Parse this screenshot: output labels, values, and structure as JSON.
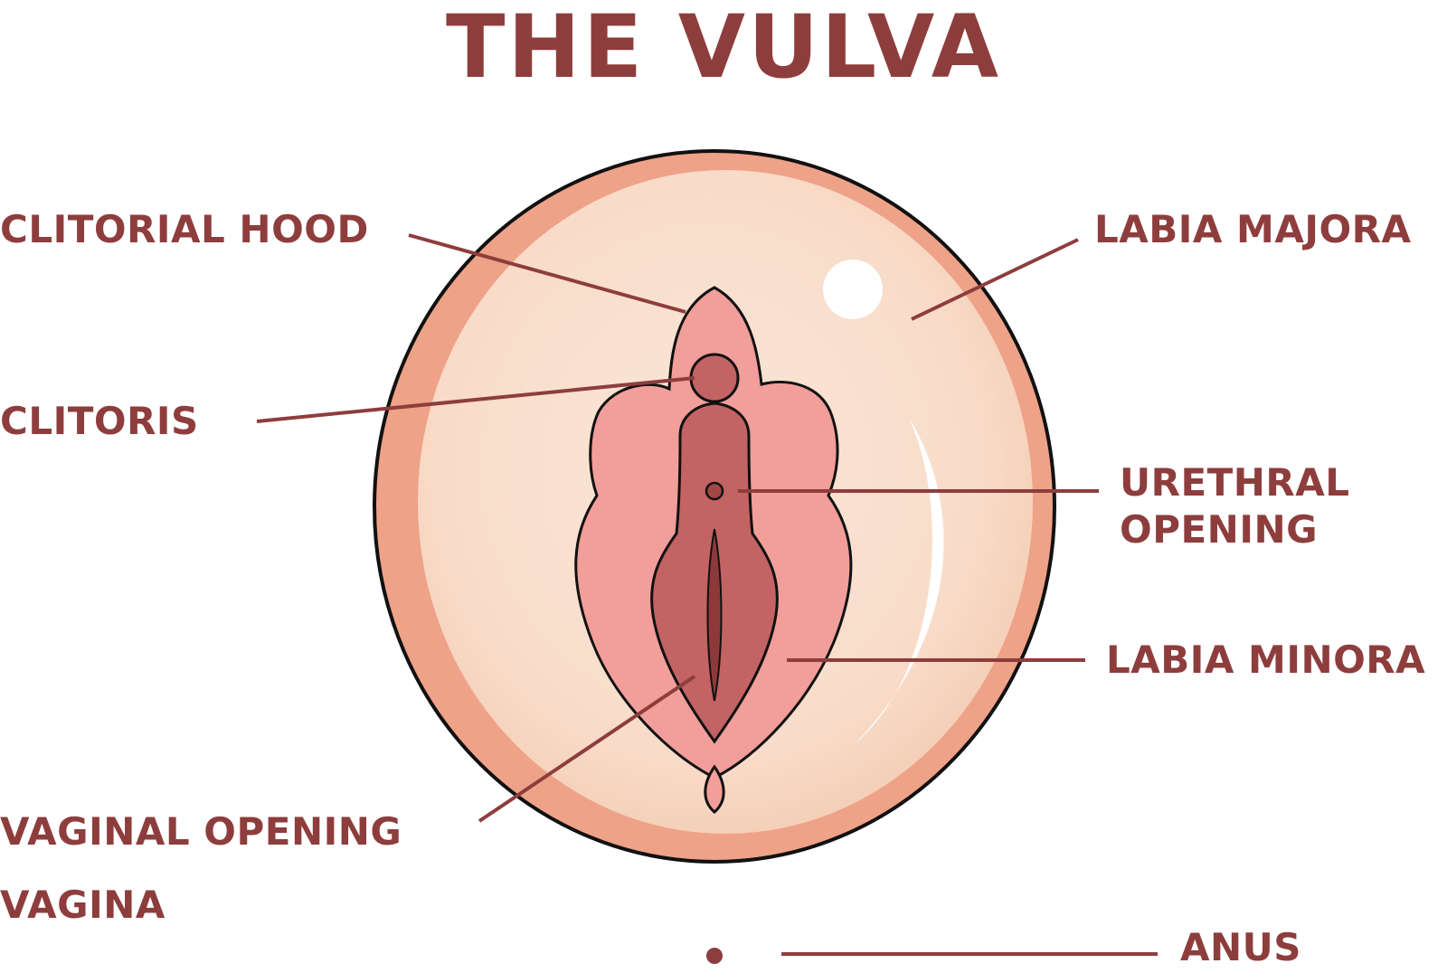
{
  "title": "THE VULVA",
  "labels": {
    "clitorial_hood": "CLITORIAL HOOD",
    "clitoris": "CLITORIS",
    "vaginal_opening": "VAGINAL OPENING",
    "vagina": "VAGINA",
    "labia_majora": "LABIA MAJORA",
    "urethral_opening": "URETHRAL\nOPENING",
    "labia_minora": "LABIA MINORA",
    "anus": "ANUS"
  },
  "colors": {
    "label_text": "#8e3d3d",
    "leader_line": "#8e3d3d",
    "labia_majora_fill": "#f9dfcf",
    "labia_majora_rim": "#eea288",
    "labia_minora_fill": "#f29e9a",
    "inner_fill": "#c36363",
    "opening_fill": "#a14747",
    "outline": "#111111"
  }
}
